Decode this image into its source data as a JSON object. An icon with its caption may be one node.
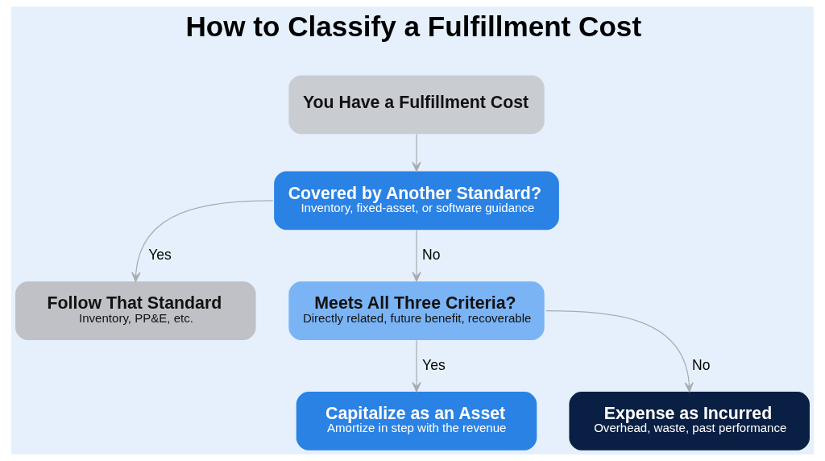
{
  "diagram": {
    "title": "How to Classify a Fulfillment Cost",
    "nodes": [
      {
        "text": [
          "You Have a Fulfillment Cost"
        ]
      },
      {
        "text": [
          "Covered by Another Standard?",
          "Inventory, fixed-asset, or software guidance"
        ]
      },
      {
        "text": [
          "Follow That Standard",
          "Inventory, PP&E, etc."
        ]
      },
      {
        "text": [
          "Meets All Three Criteria?",
          "Directly related, future benefit, recoverable"
        ]
      },
      {
        "text": [
          "Capitalize as an Asset",
          "Amortize in step with the revenue"
        ]
      },
      {
        "text": [
          "Expense as Incurred",
          "Overhead, waste, past performance"
        ]
      }
    ],
    "edges": [
      {
        "from": 0,
        "to": 1,
        "arrow": "to"
      },
      {
        "from": 1,
        "to": 2,
        "arrow": "to",
        "label": "Yes"
      },
      {
        "from": 1,
        "to": 3,
        "arrow": "to",
        "label": "No"
      },
      {
        "from": 3,
        "to": 4,
        "arrow": "to",
        "label": "Yes"
      },
      {
        "from": 3,
        "to": 5,
        "arrow": "to",
        "label": "No"
      }
    ]
  }
}
